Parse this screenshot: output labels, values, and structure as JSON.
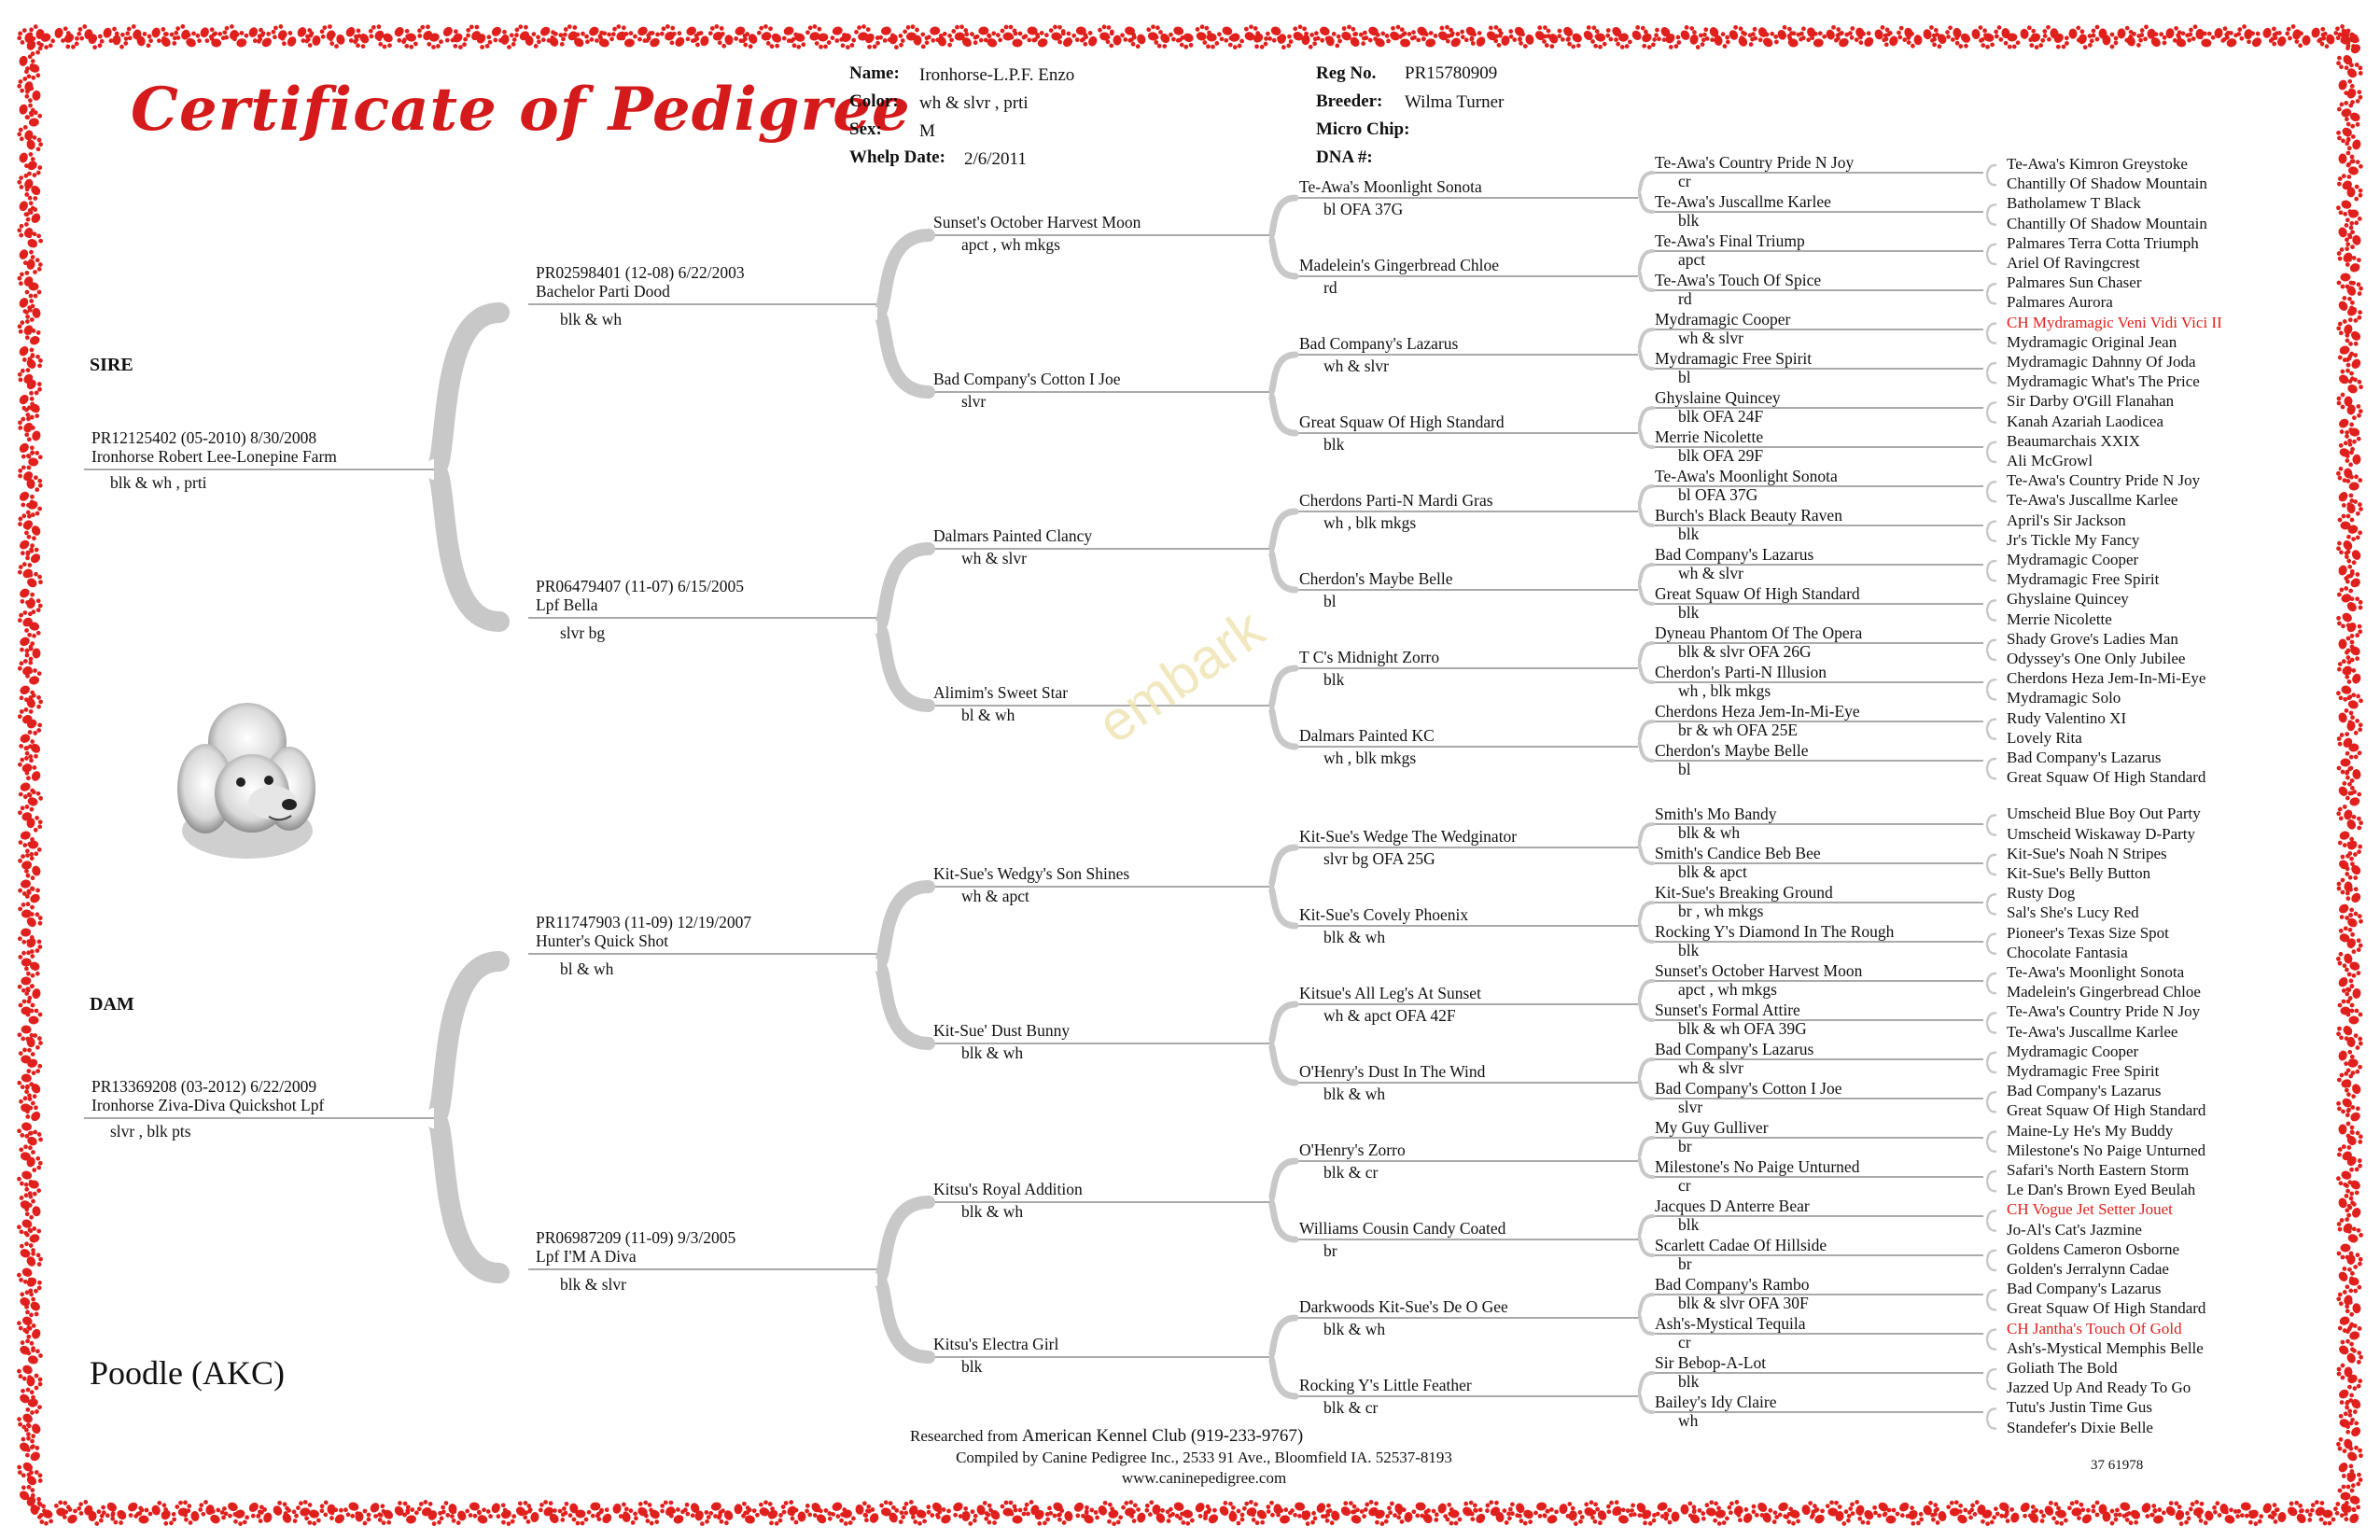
{
  "header": {
    "title": "Certificate of Pedigree",
    "name_label": "Name:",
    "name": "Ironhorse-L.P.F. Enzo",
    "color_label": "Color:",
    "color": "wh & slvr , prti",
    "sex_label": "Sex:",
    "sex": "M",
    "whelp_label": "Whelp Date:",
    "whelp": "2/6/2011",
    "reg_label": "Reg No.",
    "reg": "PR15780909",
    "breeder_label": "Breeder:",
    "breeder": "Wilma Turner",
    "chip_label": "Micro Chip:",
    "dna_label": "DNA #:"
  },
  "labels": {
    "sire": "SIRE",
    "dam": "DAM",
    "breed": "Poodle   (AKC)",
    "watermark": "embark"
  },
  "gen1": [
    {
      "reg": "PR12125402  (05-2010)  8/30/2008",
      "name": "Ironhorse Robert Lee-Lonepine Farm",
      "sub": "blk & wh , prti"
    },
    {
      "reg": "PR13369208  (03-2012)  6/22/2009",
      "name": "Ironhorse Ziva-Diva Quickshot Lpf",
      "sub": "slvr , blk pts"
    }
  ],
  "gen2": [
    {
      "reg": "PR02598401  (12-08)  6/22/2003",
      "name": "Bachelor Parti Dood",
      "sub": "blk & wh"
    },
    {
      "reg": "PR06479407  (11-07)  6/15/2005",
      "name": "Lpf Bella",
      "sub": "slvr bg"
    },
    {
      "reg": "PR11747903  (11-09)  12/19/2007",
      "name": "Hunter's Quick Shot",
      "sub": "bl & wh"
    },
    {
      "reg": "PR06987209  (11-09)  9/3/2005",
      "name": "Lpf I'M A Diva",
      "sub": "blk & slvr"
    }
  ],
  "gen3": [
    {
      "name": "Sunset's October Harvest Moon",
      "sub": "apct , wh mkgs"
    },
    {
      "name": "Bad Company's Cotton I Joe",
      "sub": "slvr"
    },
    {
      "name": "Dalmars Painted Clancy",
      "sub": "wh & slvr"
    },
    {
      "name": "Alimim's Sweet Star",
      "sub": "bl & wh"
    },
    {
      "name": "Kit-Sue's Wedgy's Son Shines",
      "sub": "wh & apct"
    },
    {
      "name": "Kit-Sue' Dust Bunny",
      "sub": "blk & wh"
    },
    {
      "name": "Kitsu's Royal Addition",
      "sub": "blk & wh"
    },
    {
      "name": "Kitsu's Electra Girl",
      "sub": "blk"
    }
  ],
  "gen4": [
    {
      "name": "Te-Awa's Moonlight Sonota",
      "sub": "bl OFA 37G"
    },
    {
      "name": "Madelein's Gingerbread Chloe",
      "sub": "rd"
    },
    {
      "name": "Bad Company's Lazarus",
      "sub": "wh & slvr"
    },
    {
      "name": "Great Squaw Of High Standard",
      "sub": "blk"
    },
    {
      "name": "Cherdons Parti-N Mardi Gras",
      "sub": "wh , blk mkgs"
    },
    {
      "name": "Cherdon's Maybe Belle",
      "sub": "bl"
    },
    {
      "name": "T C's Midnight Zorro",
      "sub": "blk"
    },
    {
      "name": "Dalmars Painted KC",
      "sub": "wh , blk mkgs"
    },
    {
      "name": "Kit-Sue's Wedge The Wedginator",
      "sub": "slvr bg OFA 25G"
    },
    {
      "name": "Kit-Sue's Covely Phoenix",
      "sub": "blk & wh"
    },
    {
      "name": "Kitsue's All Leg's At Sunset",
      "sub": "wh & apct OFA 42F"
    },
    {
      "name": "O'Henry's Dust In The Wind",
      "sub": "blk & wh"
    },
    {
      "name": "O'Henry's Zorro",
      "sub": "blk & cr"
    },
    {
      "name": "Williams Cousin Candy Coated",
      "sub": "br"
    },
    {
      "name": "Darkwoods Kit-Sue's De O Gee",
      "sub": "blk & wh"
    },
    {
      "name": "Rocking Y's Little Feather",
      "sub": "blk & cr"
    }
  ],
  "gen5": [
    {
      "name": "Te-Awa's Country Pride N Joy",
      "sub": "cr"
    },
    {
      "name": "Te-Awa's Juscallme Karlee",
      "sub": "blk"
    },
    {
      "name": "Te-Awa's Final Triump",
      "sub": "apct"
    },
    {
      "name": "Te-Awa's Touch Of Spice",
      "sub": "rd"
    },
    {
      "name": "Mydramagic Cooper",
      "sub": "wh & slvr"
    },
    {
      "name": "Mydramagic Free Spirit",
      "sub": "bl"
    },
    {
      "name": "Ghyslaine Quincey",
      "sub": "blk OFA 24F"
    },
    {
      "name": "Merrie Nicolette",
      "sub": "blk OFA 29F"
    },
    {
      "name": "Te-Awa's Moonlight Sonota",
      "sub": "bl OFA 37G"
    },
    {
      "name": "Burch's Black Beauty Raven",
      "sub": "blk"
    },
    {
      "name": "Bad Company's Lazarus",
      "sub": "wh & slvr"
    },
    {
      "name": "Great Squaw Of High Standard",
      "sub": "blk"
    },
    {
      "name": "Dyneau Phantom Of The Opera",
      "sub": "blk & slvr OFA 26G"
    },
    {
      "name": "Cherdon's Parti-N Illusion",
      "sub": "wh , blk mkgs"
    },
    {
      "name": "Cherdons Heza Jem-In-Mi-Eye",
      "sub": "br & wh OFA 25E"
    },
    {
      "name": "Cherdon's Maybe Belle",
      "sub": "bl"
    },
    {
      "name": "Smith's Mo Bandy",
      "sub": "blk & wh"
    },
    {
      "name": "Smith's Candice Beb Bee",
      "sub": "blk & apct"
    },
    {
      "name": "Kit-Sue's Breaking Ground",
      "sub": "br , wh mkgs"
    },
    {
      "name": "Rocking Y's Diamond In The Rough",
      "sub": "blk"
    },
    {
      "name": "Sunset's October Harvest Moon",
      "sub": "apct , wh mkgs"
    },
    {
      "name": "Sunset's Formal Attire",
      "sub": "blk & wh OFA 39G"
    },
    {
      "name": "Bad Company's Lazarus",
      "sub": "wh & slvr"
    },
    {
      "name": "Bad Company's Cotton I Joe",
      "sub": "slvr"
    },
    {
      "name": "My Guy Gulliver",
      "sub": "br"
    },
    {
      "name": "Milestone's No Paige Unturned",
      "sub": "cr"
    },
    {
      "name": "Jacques D Anterre Bear",
      "sub": "blk"
    },
    {
      "name": "Scarlett Cadae Of Hillside",
      "sub": "br"
    },
    {
      "name": "Bad Company's Rambo",
      "sub": "blk & slvr OFA 30F"
    },
    {
      "name": "Ash's-Mystical Tequila",
      "sub": "cr"
    },
    {
      "name": "Sir Bebop-A-Lot",
      "sub": "blk"
    },
    {
      "name": "Bailey's Idy Claire",
      "sub": "wh"
    }
  ],
  "gen6": [
    {
      "name": "Te-Awa's Kimron Greystoke"
    },
    {
      "name": "Chantilly Of Shadow Mountain"
    },
    {
      "name": "Batholamew T Black"
    },
    {
      "name": "Chantilly Of Shadow Mountain"
    },
    {
      "name": "Palmares Terra Cotta Triumph"
    },
    {
      "name": "Ariel Of Ravingcrest"
    },
    {
      "name": "Palmares Sun Chaser"
    },
    {
      "name": "Palmares Aurora"
    },
    {
      "name": "CH Mydramagic Veni Vidi Vici II",
      "red": true
    },
    {
      "name": "Mydramagic Original Jean"
    },
    {
      "name": "Mydramagic Dahnny Of Joda"
    },
    {
      "name": "Mydramagic What's The Price"
    },
    {
      "name": "Sir Darby O'Gill Flanahan"
    },
    {
      "name": "Kanah Azariah Laodicea"
    },
    {
      "name": "Beaumarchais XXIX"
    },
    {
      "name": "Ali McGrowl"
    },
    {
      "name": "Te-Awa's Country Pride N Joy"
    },
    {
      "name": "Te-Awa's Juscallme Karlee"
    },
    {
      "name": "April's Sir Jackson"
    },
    {
      "name": "Jr's Tickle My Fancy"
    },
    {
      "name": "Mydramagic Cooper"
    },
    {
      "name": "Mydramagic Free Spirit"
    },
    {
      "name": "Ghyslaine Quincey"
    },
    {
      "name": "Merrie Nicolette"
    },
    {
      "name": "Shady Grove's Ladies Man"
    },
    {
      "name": "Odyssey's One Only Jubilee"
    },
    {
      "name": "Cherdons Heza Jem-In-Mi-Eye"
    },
    {
      "name": "Mydramagic Solo"
    },
    {
      "name": "Rudy Valentino XI"
    },
    {
      "name": "Lovely Rita"
    },
    {
      "name": "Bad Company's Lazarus"
    },
    {
      "name": "Great Squaw Of High Standard"
    },
    {
      "name": "Umscheid Blue Boy Out Party"
    },
    {
      "name": "Umscheid Wiskaway D-Party"
    },
    {
      "name": "Kit-Sue's Noah N Stripes"
    },
    {
      "name": "Kit-Sue's Belly Button"
    },
    {
      "name": "Rusty Dog"
    },
    {
      "name": "Sal's She's Lucy Red"
    },
    {
      "name": "Pioneer's Texas Size Spot"
    },
    {
      "name": "Chocolate Fantasia"
    },
    {
      "name": "Te-Awa's Moonlight Sonota"
    },
    {
      "name": "Madelein's Gingerbread Chloe"
    },
    {
      "name": "Te-Awa's Country Pride N Joy"
    },
    {
      "name": "Te-Awa's Juscallme Karlee"
    },
    {
      "name": "Mydramagic Cooper"
    },
    {
      "name": "Mydramagic Free Spirit"
    },
    {
      "name": "Bad Company's Lazarus"
    },
    {
      "name": "Great Squaw Of High Standard"
    },
    {
      "name": "Maine-Ly He's My Buddy"
    },
    {
      "name": "Milestone's No Paige Unturned"
    },
    {
      "name": "Safari's North Eastern Storm"
    },
    {
      "name": "Le Dan's Brown Eyed Beulah"
    },
    {
      "name": "CH Vogue Jet Setter Jouet",
      "red": true
    },
    {
      "name": "Jo-Al's Cat's Jazmine"
    },
    {
      "name": "Goldens Cameron Osborne"
    },
    {
      "name": "Golden's Jerralynn Cadae"
    },
    {
      "name": "Bad Company's Lazarus"
    },
    {
      "name": "Great Squaw Of High Standard"
    },
    {
      "name": "CH Jantha's Touch Of Gold",
      "red": true
    },
    {
      "name": "Ash's-Mystical Memphis Belle"
    },
    {
      "name": "Goliath The Bold"
    },
    {
      "name": "Jazzed Up And Ready To Go"
    },
    {
      "name": "Tutu's Justin Time Gus"
    },
    {
      "name": "Standefer's Dixie Belle"
    }
  ],
  "footer": {
    "researched_prefix": "Researched from",
    "researched_source": "American Kennel Club  (919-233-9767)",
    "compiled": "Compiled by Canine Pedigree Inc., 2533 91 Ave., Bloomfield IA. 52537-8193",
    "website": "www.caninepedigree.com",
    "code": "37 61978"
  },
  "colors": {
    "title": "#d41a1a",
    "border_paw": "#e0201d",
    "champion": "#e0201d",
    "bracket": "#c8c8c8"
  }
}
